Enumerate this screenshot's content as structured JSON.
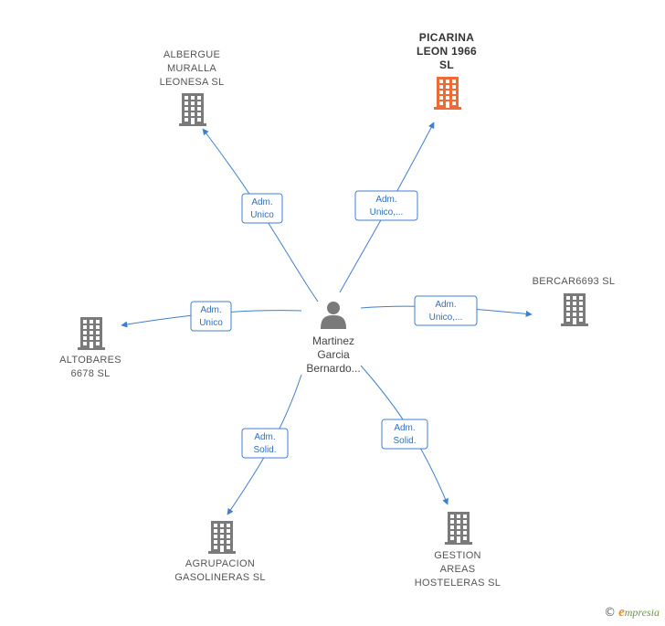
{
  "center": {
    "label_lines": [
      "Martinez",
      "Garcia",
      "Bernardo..."
    ]
  },
  "companies": [
    {
      "id": "albergue",
      "label_lines": [
        "ALBERGUE",
        "MURALLA",
        "LEONESA  SL"
      ],
      "highlight": false
    },
    {
      "id": "picarina",
      "label_lines": [
        "PICARINA",
        "LEON 1966",
        "SL"
      ],
      "highlight": true
    },
    {
      "id": "bercar",
      "label_lines": [
        "BERCAR6693 SL"
      ],
      "highlight": false
    },
    {
      "id": "altobares",
      "label_lines": [
        "ALTOBARES",
        "6678  SL"
      ],
      "highlight": false
    },
    {
      "id": "agrupacion",
      "label_lines": [
        "AGRUPACION",
        "GASOLINERAS SL"
      ],
      "highlight": false
    },
    {
      "id": "gestion",
      "label_lines": [
        "GESTION",
        "AREAS",
        "HOSTELERAS SL"
      ],
      "highlight": false
    }
  ],
  "relations": [
    {
      "to": "albergue",
      "label_lines": [
        "Adm.",
        "Unico"
      ]
    },
    {
      "to": "picarina",
      "label_lines": [
        "Adm.",
        "Unico,..."
      ]
    },
    {
      "to": "bercar",
      "label_lines": [
        "Adm.",
        "Unico,..."
      ]
    },
    {
      "to": "altobares",
      "label_lines": [
        "Adm.",
        "Unico"
      ]
    },
    {
      "to": "agrupacion",
      "label_lines": [
        "Adm.",
        "Solid."
      ]
    },
    {
      "to": "gestion",
      "label_lines": [
        "Adm.",
        "Solid."
      ]
    }
  ],
  "colors": {
    "edge": "#3f7fd0",
    "building": "#7a7a7a",
    "building_highlight": "#f06a35",
    "person": "#7a7a7a"
  },
  "footer": {
    "copyright": "©",
    "brand_initial": "e",
    "brand_rest": "mpresia"
  }
}
